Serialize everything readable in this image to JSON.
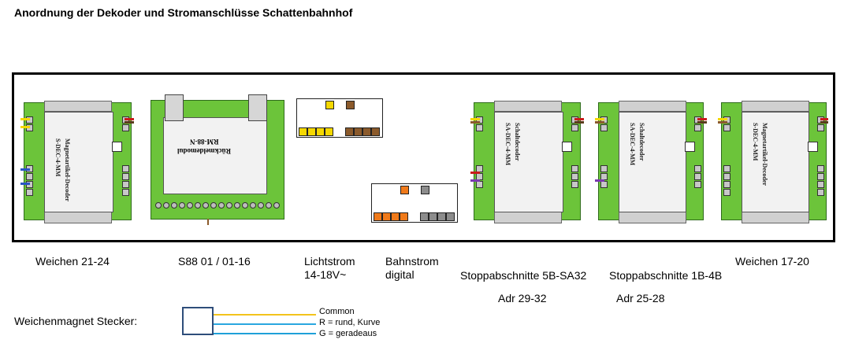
{
  "title": "Anordnung der Dekoder und Stromanschlüsse Schattenbahnhof",
  "modules": {
    "dec1": {
      "name": "Magnetartikel-Decoder",
      "model": "S-DEC-4-MM"
    },
    "rm": {
      "name": "Rückmeldemodul",
      "model": "RM-88-N"
    },
    "dec2": {
      "name": "Schaltdecoder",
      "model": "SA-DEC-4-MM"
    },
    "dec3": {
      "name": "Schaltdecoder",
      "model": "SA-DEC-4-MM"
    },
    "dec4": {
      "name": "Magnetartikel-Decoder",
      "model": "S-DEC-4-MM"
    }
  },
  "labels": {
    "weichen1": "Weichen 21-24",
    "s88": "S88 01 / 01-16",
    "licht1": "Lichtstrom",
    "licht2": "14-18V~",
    "bahn1": "Bahnstrom",
    "bahn2": "digital",
    "stopp1": "Stoppabschnitte 5B-SA32",
    "stopp2": "Stoppabschnitte 1B-4B",
    "weichen2": "Weichen 17-20",
    "adr1": "Adr 29-32",
    "adr2": "Adr 25-28"
  },
  "legend": {
    "title": "Weichenmagnet Stecker:",
    "common": "Common",
    "r": "R = rund, Kurve",
    "g": "G = geradeaus"
  },
  "colors": {
    "board": "#6cc43a",
    "yellow": "#f5d800",
    "brown": "#8b5a2b",
    "orange": "#f07a1a",
    "grey": "#8c8c8c",
    "common_line": "#f3c31c",
    "r_line": "#2aa7e0",
    "g_line": "#1fa0d8"
  }
}
